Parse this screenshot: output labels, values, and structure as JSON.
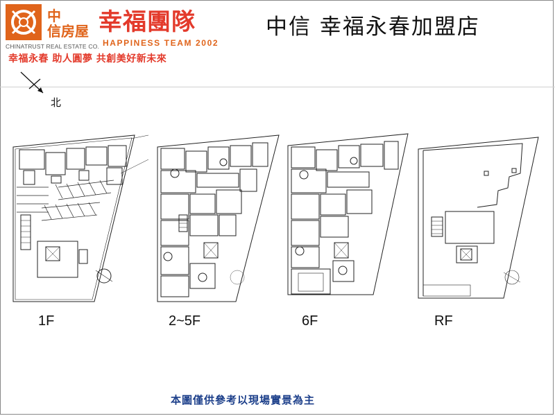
{
  "logo": {
    "brand_cn": "中\n信房屋",
    "brand_en": "CHINATRUST REAL ESTATE CO.",
    "team_cn": "幸福團隊",
    "team_en": "HAPPINESS TEAM 2002",
    "slogan": "幸福永春  助人圓夢  共創美好新未來"
  },
  "store_title": "中信  幸福永春加盟店",
  "north_label": "北",
  "floors": [
    {
      "label": "1F"
    },
    {
      "label": "2~5F"
    },
    {
      "label": "6F"
    },
    {
      "label": "RF"
    }
  ],
  "footer_note": "本圖僅供參考以現場實景為主",
  "colors": {
    "brand_orange": "#e0641b",
    "brand_red": "#e33a2b",
    "footer_blue": "#1c3f8a",
    "line": "#222222"
  }
}
